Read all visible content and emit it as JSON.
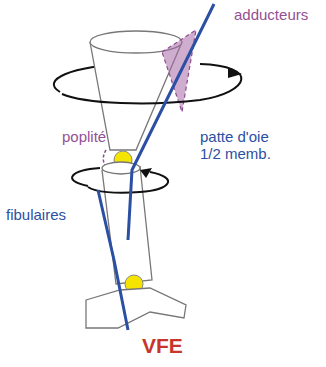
{
  "diagram": {
    "labels": [
      "adducteurs",
      "poplité",
      "patte d'oie 1/2 memb.",
      "fibulaires",
      "VFE"
    ]
  }
}
